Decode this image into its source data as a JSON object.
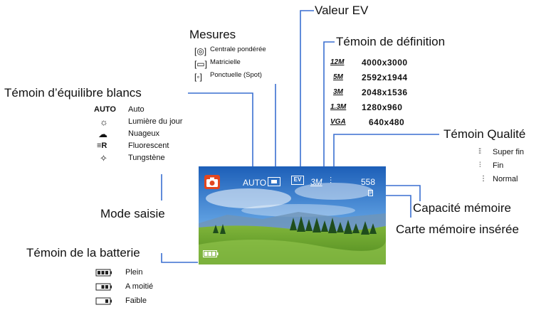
{
  "labels": {
    "ev_value": "Valeur EV",
    "metering": "Mesures",
    "resolution_indicator": "Témoin de définition",
    "white_balance": "Témoin d’équilibre blancs",
    "quality_indicator": "Témoin Qualité",
    "capture_mode": "Mode saisie",
    "memory_capacity": "Capacité mémoire",
    "memory_card_inserted": "Carte mémoire insérée",
    "battery_indicator": "Témoin de la batterie"
  },
  "metering_modes": [
    {
      "icon": "center-weighted-icon",
      "label": "Centrale pondérée"
    },
    {
      "icon": "matrix-icon",
      "label": "Matricielle"
    },
    {
      "icon": "spot-icon",
      "label": "Ponctuelle (Spot)"
    }
  ],
  "resolutions": [
    {
      "badge": "12M",
      "value": "4000x3000"
    },
    {
      "badge": "5M",
      "value": "2592x1944"
    },
    {
      "badge": "3M",
      "value": "2048x1536"
    },
    {
      "badge": "1.3M",
      "value": "1280x960"
    },
    {
      "badge": "VGA",
      "value": "640x480"
    }
  ],
  "white_balance_modes": [
    {
      "icon": "auto-wb-icon",
      "icon_text": "AUTO",
      "label": "Auto"
    },
    {
      "icon": "daylight-icon",
      "label": "Lumière du jour"
    },
    {
      "icon": "cloudy-icon",
      "label": "Nuageux"
    },
    {
      "icon": "fluorescent-icon",
      "label": "Fluorescent"
    },
    {
      "icon": "tungsten-icon",
      "label": "Tungstène"
    }
  ],
  "quality_modes": [
    {
      "icon": "super-fine-icon",
      "label": "Super fin"
    },
    {
      "icon": "fine-icon",
      "label": "Fin"
    },
    {
      "icon": "normal-icon",
      "label": "Normal"
    }
  ],
  "battery_levels": [
    {
      "icon": "battery-full-icon",
      "label": "Plein"
    },
    {
      "icon": "battery-half-icon",
      "label": "A moitié"
    },
    {
      "icon": "battery-low-icon",
      "label": "Faible"
    }
  ],
  "screen": {
    "wb_text": "AUTO",
    "ev_text": "EV",
    "res_text": "3M",
    "shots_remaining": "558"
  },
  "colors": {
    "connector": "#3a6fd1",
    "mode_icon": "#e2461f"
  }
}
